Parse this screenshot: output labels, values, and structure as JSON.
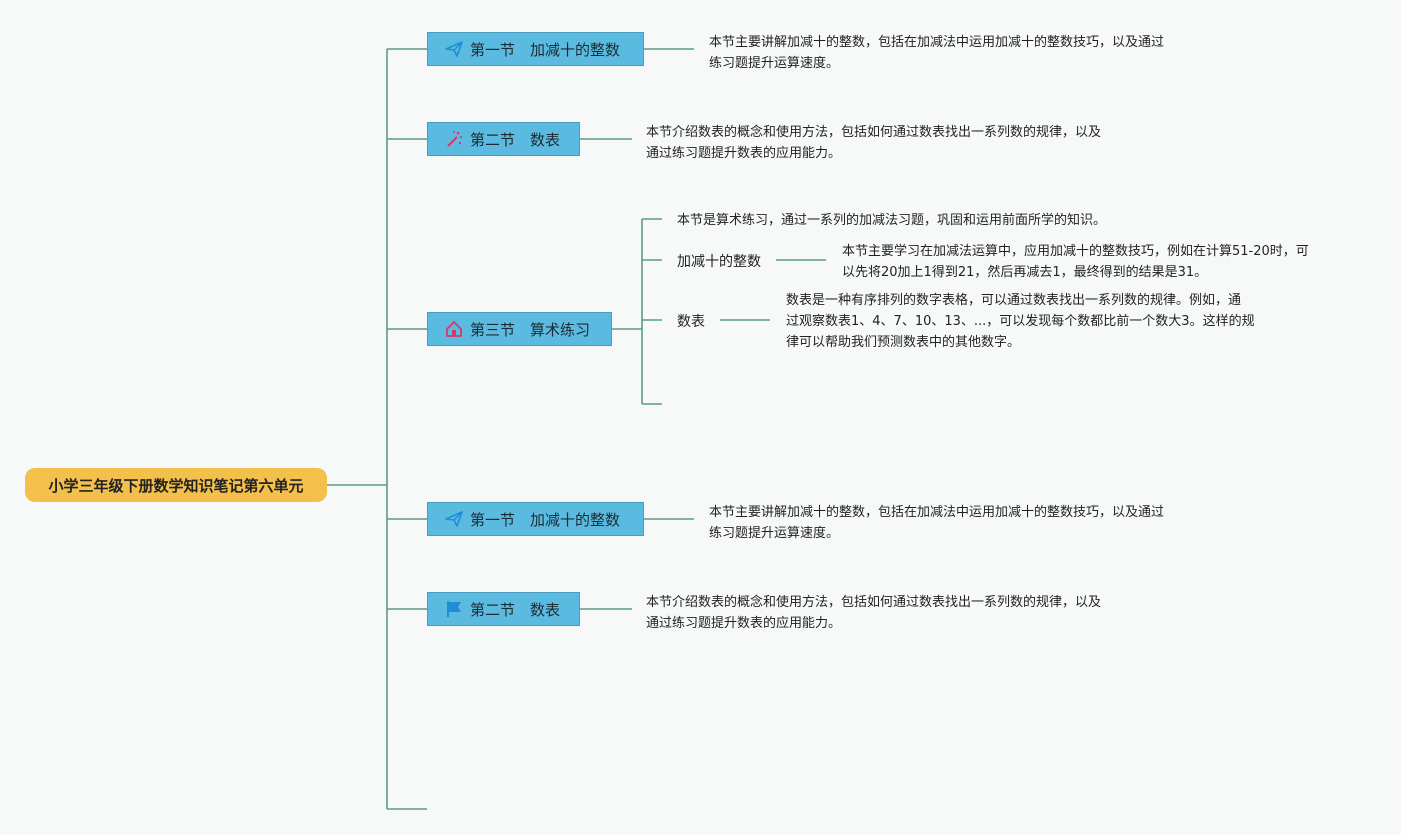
{
  "root": {
    "title": "小学三年级下册数学知识笔记第六单元"
  },
  "topics": [
    {
      "label": "第一节　加减十的整数",
      "icon": "paper-plane-icon",
      "desc_lines": [
        "本节主要讲解加减十的整数，包括在加减法中运用加减十的整数技巧，以及通过",
        "练习题提升运算速度。"
      ]
    },
    {
      "label": "第二节　数表",
      "icon": "magic-wand-icon",
      "desc_lines": [
        "本节介绍数表的概念和使用方法，包括如何通过数表找出一系列数的规律，以及",
        "通过练习题提升数表的应用能力。"
      ]
    },
    {
      "label": "第三节　算术练习",
      "icon": "house-icon",
      "intro": "本节是算术练习，通过一系列的加减法习题，巩固和运用前面所学的知识。",
      "subtopics": [
        {
          "label": "加减十的整数",
          "desc_lines": [
            "本节主要学习在加减法运算中，应用加减十的整数技巧，例如在计算51-20时，可",
            "以先将20加上1得到21，然后再减去1，最终得到的结果是31。"
          ]
        },
        {
          "label": "数表",
          "desc_lines": [
            "数表是一种有序排列的数字表格，可以通过数表找出一系列数的规律。例如，通",
            "过观察数表1、4、7、10、13、...，可以发现每个数都比前一个数大3。这样的规",
            "律可以帮助我们预测数表中的其他数字。"
          ]
        }
      ]
    },
    {
      "label": "第一节　加减十的整数",
      "icon": "paper-plane-icon",
      "desc_lines": [
        "本节主要讲解加减十的整数，包括在加减法中运用加减十的整数技巧，以及通过",
        "练习题提升运算速度。"
      ]
    },
    {
      "label": "第二节　数表",
      "icon": "flag-icon",
      "desc_lines": [
        "本节介绍数表的概念和使用方法，包括如何通过数表找出一系列数的规律，以及",
        "通过练习题提升数表的应用能力。"
      ]
    }
  ],
  "colors": {
    "line": "#5a9a8c",
    "topic_fill": "#5bbadf",
    "root_fill": "#f4c04c"
  }
}
